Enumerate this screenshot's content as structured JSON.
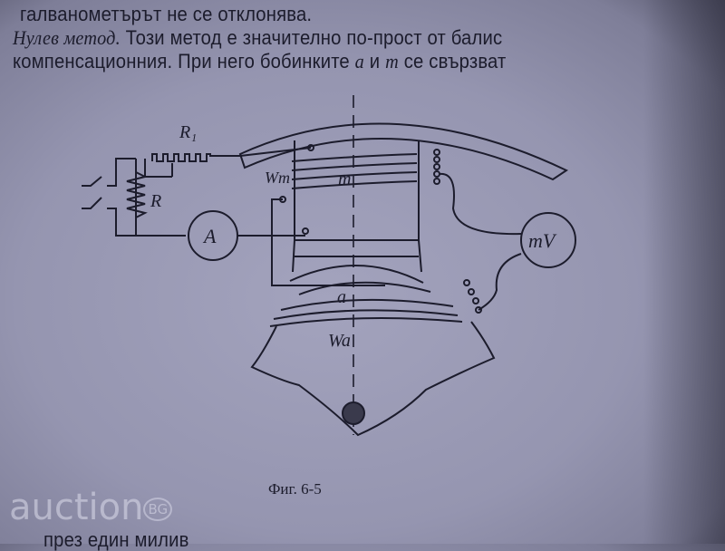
{
  "text": {
    "line0": "",
    "line1": "галванометърът не  се отклонява.",
    "line2_italic": "Нулев метод.",
    "line2": " Този метод е значително по-прост от балис",
    "line3_a": "компенсационния. При него бобинките ",
    "line3_a_sym": "a",
    "line3_mid": " и ",
    "line3_m_sym": "m",
    "line3_b": " се свързват",
    "line5": "през един милив"
  },
  "figure": {
    "caption": "Фиг. 6-5",
    "labels": {
      "R1": "R₁",
      "R": "R",
      "A": "A",
      "mV": "mV",
      "Wm": "Wm",
      "m": "m",
      "a": "a",
      "Wa": "Wa"
    }
  },
  "watermark": {
    "text": "auction",
    "suffix": "BG"
  },
  "colors": {
    "ink": "#1c1c2c",
    "paper": "#9a9ab4"
  }
}
